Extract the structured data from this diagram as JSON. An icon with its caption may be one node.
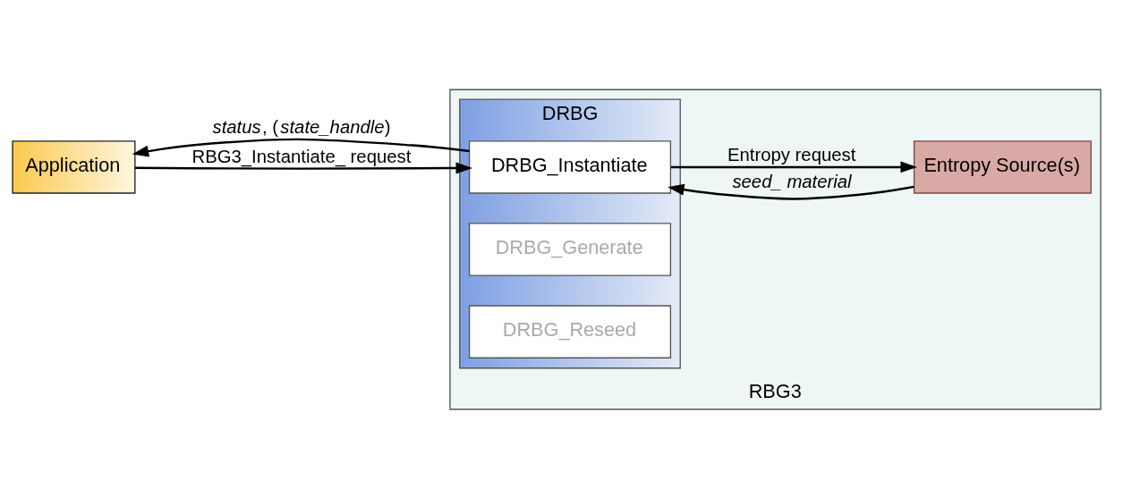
{
  "diagram": {
    "nodes": [
      {
        "text": [
          "RBG3"
        ]
      },
      {
        "text": [
          "Entropy Source(s)"
        ],
        "in": 0
      },
      {
        "text": [
          "DRBG"
        ],
        "in": 0
      },
      {
        "text": [
          "DRBG_Instantiate"
        ],
        "in": 2
      },
      {
        "text": [
          "DRBG_Generate"
        ],
        "in": 2
      },
      {
        "text": [
          "DRBG_Reseed"
        ],
        "in": 2
      },
      {
        "text": [
          "Application"
        ]
      }
    ],
    "edges": [
      {
        "from": 3,
        "to": 1,
        "arrow": "to",
        "label": "Entropy request"
      },
      {
        "from": 1,
        "to": 3,
        "arrow": "to",
        "label": "*seed_ material*"
      },
      {
        "from": 6,
        "to": 3,
        "arrow": "to",
        "label": "RBG3_Instantiate_ request"
      },
      {
        "from": 3,
        "to": 6,
        "arrow": "to",
        "label": "*status*, (*state_handle*)"
      }
    ]
  }
}
